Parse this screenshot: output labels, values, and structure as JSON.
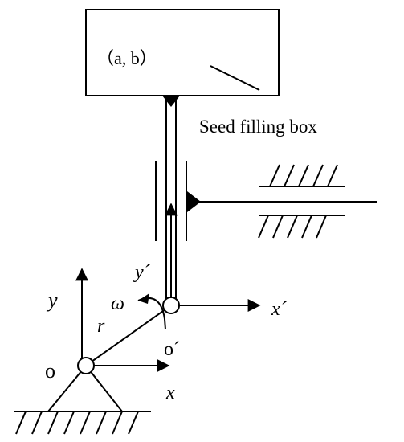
{
  "diagram": {
    "box_label": "（a, b）",
    "seed_box_label": "Seed filling box",
    "label_y": "y",
    "label_y_prime": "y´",
    "label_x": "x",
    "label_x_prime": "x´",
    "label_omega": "ω",
    "label_r": "r",
    "label_o": "o",
    "label_o_prime": "o´"
  }
}
